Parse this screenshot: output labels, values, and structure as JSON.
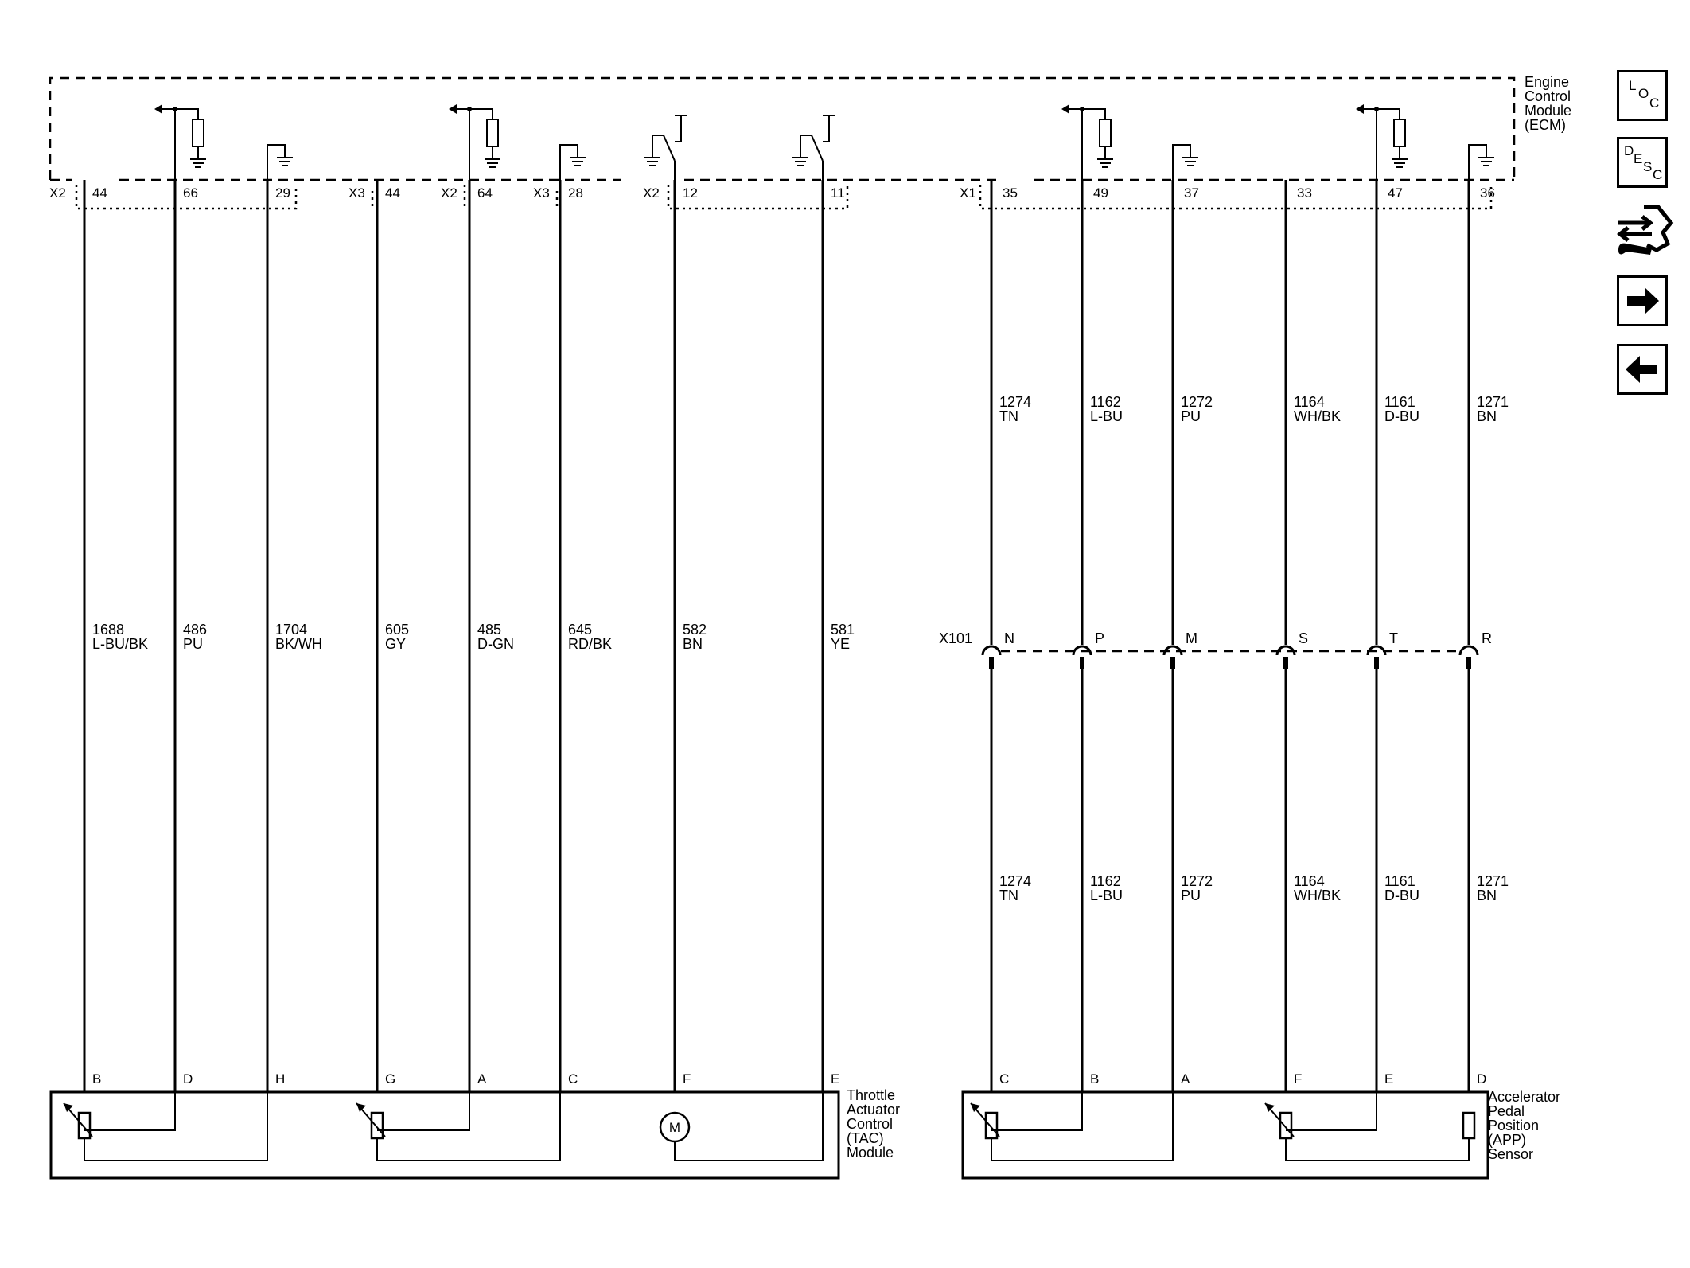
{
  "ecm": {
    "label_lines": [
      "Engine",
      "Control",
      "Module",
      "(ECM)"
    ]
  },
  "tac": {
    "label_lines": [
      "Throttle",
      "Actuator",
      "Control",
      "(TAC)",
      "Module"
    ],
    "motor_symbol": "M"
  },
  "app": {
    "label_lines": [
      "Accelerator",
      "Pedal",
      "Position",
      "(APP)",
      "Sensor"
    ]
  },
  "connectors": {
    "x101": "X101"
  },
  "tac_circuits": [
    {
      "conn": "X2",
      "pin": "44",
      "circuit": "1688",
      "color": "L-BU/BK",
      "comp_pin": "B"
    },
    {
      "conn": "",
      "pin": "66",
      "circuit": "486",
      "color": "PU",
      "comp_pin": "D"
    },
    {
      "conn": "",
      "pin": "29",
      "circuit": "1704",
      "color": "BK/WH",
      "comp_pin": "H"
    },
    {
      "conn": "X3",
      "pin": "44",
      "circuit": "605",
      "color": "GY",
      "comp_pin": "G"
    },
    {
      "conn": "X2",
      "pin": "64",
      "circuit": "485",
      "color": "D-GN",
      "comp_pin": "A"
    },
    {
      "conn": "X3",
      "pin": "28",
      "circuit": "645",
      "color": "RD/BK",
      "comp_pin": "C"
    },
    {
      "conn": "X2",
      "pin": "12",
      "circuit": "582",
      "color": "BN",
      "comp_pin": "F"
    },
    {
      "conn": "",
      "pin": "11",
      "circuit": "581",
      "color": "YE",
      "comp_pin": "E"
    }
  ],
  "app_circuits": [
    {
      "conn": "X1",
      "pin": "35",
      "circuit": "1274",
      "color": "TN",
      "x101_pin": "N",
      "comp_pin": "C"
    },
    {
      "conn": "",
      "pin": "49",
      "circuit": "1162",
      "color": "L-BU",
      "x101_pin": "P",
      "comp_pin": "B"
    },
    {
      "conn": "",
      "pin": "37",
      "circuit": "1272",
      "color": "PU",
      "x101_pin": "M",
      "comp_pin": "A"
    },
    {
      "conn": "",
      "pin": "33",
      "circuit": "1164",
      "color": "WH/BK",
      "x101_pin": "S",
      "comp_pin": "F"
    },
    {
      "conn": "",
      "pin": "47",
      "circuit": "1161",
      "color": "D-BU",
      "x101_pin": "T",
      "comp_pin": "E"
    },
    {
      "conn": "",
      "pin": "36",
      "circuit": "1271",
      "color": "BN",
      "x101_pin": "R",
      "comp_pin": "D"
    }
  ],
  "nav": {
    "loc": [
      "L",
      "O",
      "C"
    ],
    "desc": [
      "D",
      "E",
      "S",
      "C"
    ],
    "tools_icon": "component-tools-icon",
    "next_icon": "arrow-right-icon",
    "prev_icon": "arrow-left-icon"
  }
}
